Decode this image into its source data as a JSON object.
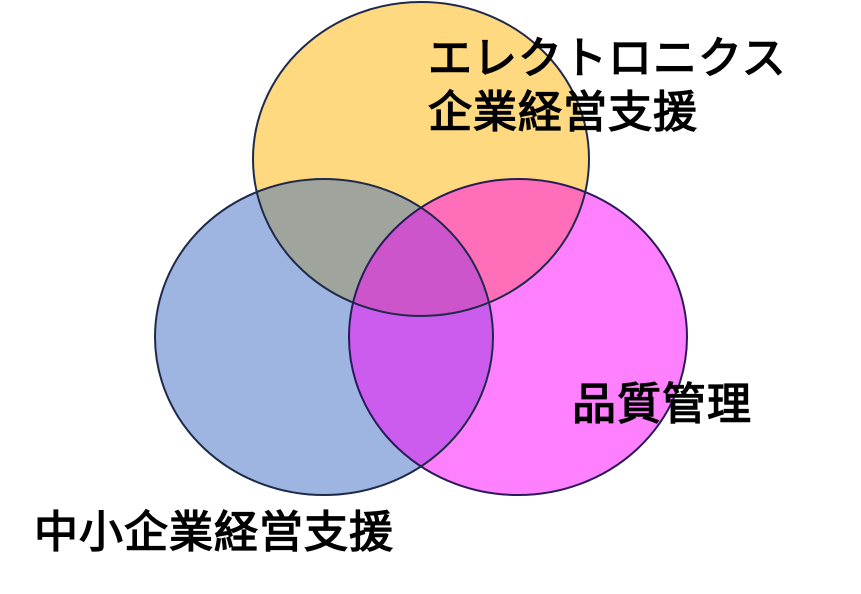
{
  "diagram": {
    "type": "venn-3",
    "sets": [
      {
        "id": "top",
        "label_line1": "エレクトロニクス",
        "label_line2": "企業経営支援",
        "color": "#FFD97F"
      },
      {
        "id": "right",
        "label": "品質管理",
        "color": "#FF80FF"
      },
      {
        "id": "left",
        "label": "中小企業経営支援",
        "color": "#9DB5E0"
      }
    ],
    "overlap_colors": {
      "top_left": "#9FA49C",
      "top_right": "#FF6FB9",
      "left_right": "#CC5CEE",
      "all": "#CC55CC"
    },
    "outline_color": "#1F2A4A"
  }
}
